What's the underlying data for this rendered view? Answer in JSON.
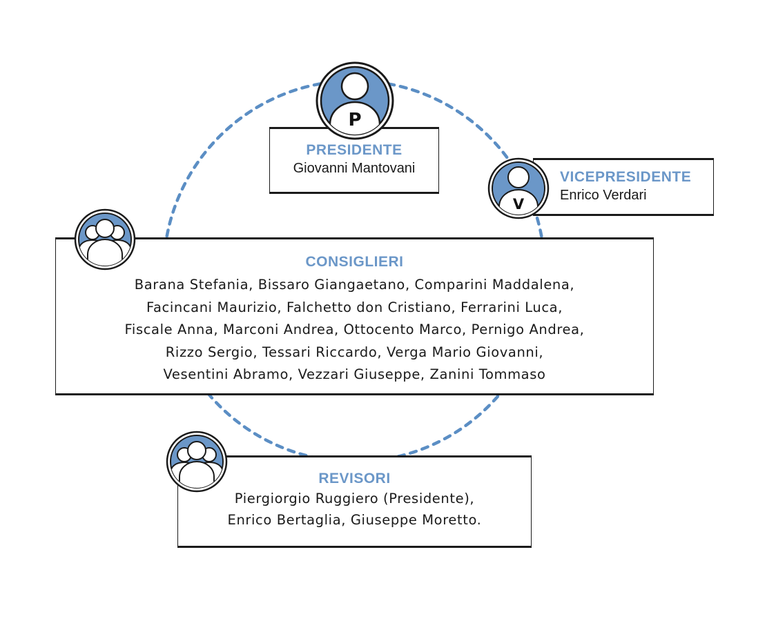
{
  "colors": {
    "accent": "#6b97c8",
    "ring": "#5b8ec4",
    "outline": "#1a1a1a"
  },
  "president": {
    "title": "PRESIDENTE",
    "name": "Giovanni Mantovani",
    "badge": "P"
  },
  "vicepresident": {
    "title": "VICEPRESIDENTE",
    "name": "Enrico Verdari",
    "badge": "V"
  },
  "consiglieri": {
    "title": "CONSIGLIERI",
    "lines": [
      "Barana Stefania, Bissaro Giangaetano, Comparini Maddalena,",
      "Facincani Maurizio, Falchetto don Cristiano, Ferrarini Luca,",
      "Fiscale Anna, Marconi Andrea, Ottocento Marco, Pernigo Andrea,",
      "Rizzo Sergio, Tessari Riccardo, Verga Mario Giovanni,",
      "Vesentini Abramo, Vezzari Giuseppe, Zanini Tommaso"
    ]
  },
  "revisori": {
    "title": "REVISORI",
    "lines": [
      "Piergiorgio Ruggiero (Presidente),",
      "Enrico Bertaglia, Giuseppe Moretto."
    ]
  }
}
